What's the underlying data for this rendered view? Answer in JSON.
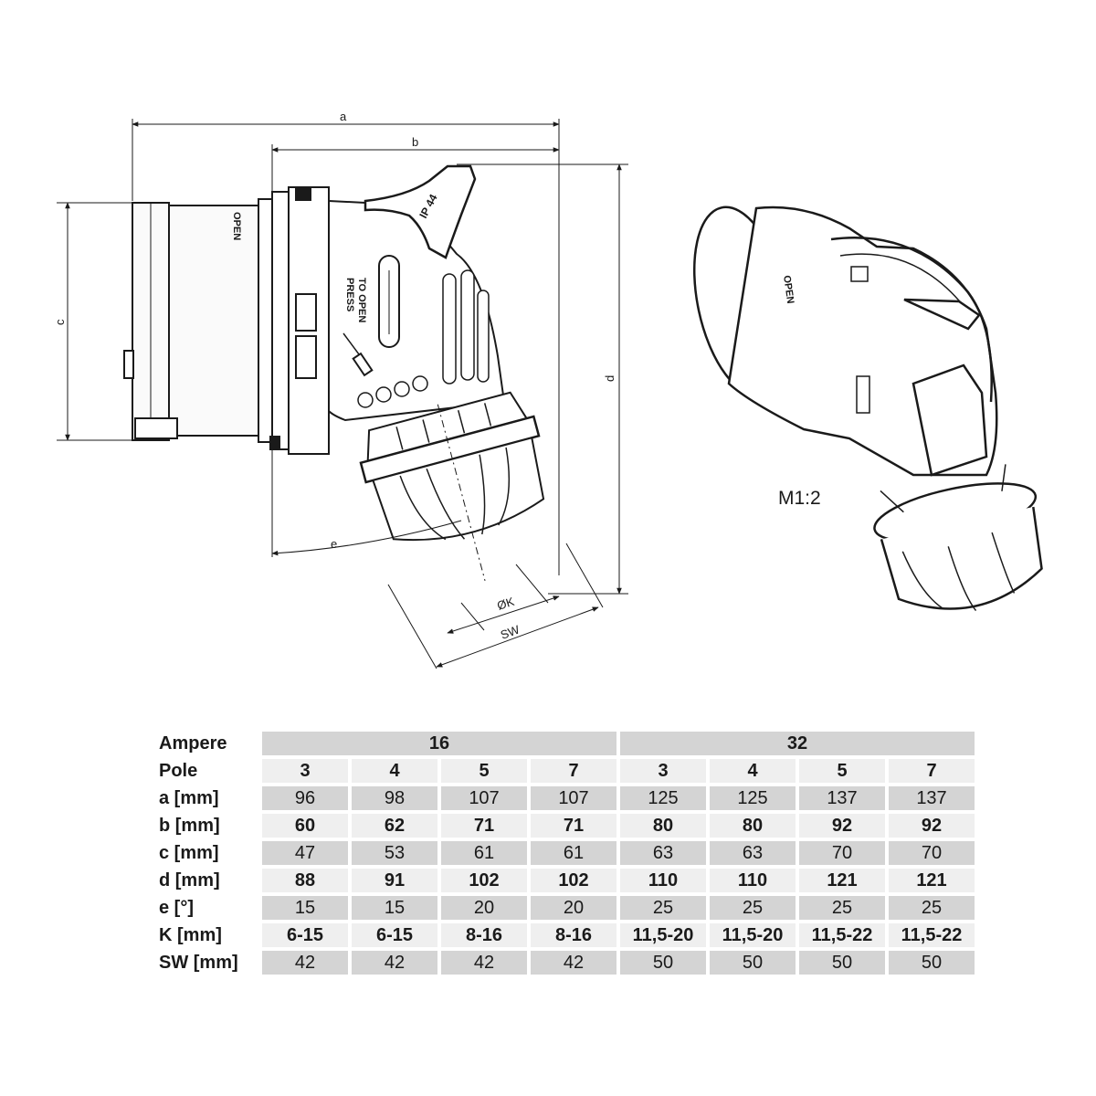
{
  "drawing": {
    "dim_labels": {
      "a": "a",
      "b": "b",
      "c": "c",
      "d": "d",
      "e": "e",
      "k": "ØK",
      "sw": "SW"
    },
    "product_text": {
      "open": "OPEN",
      "ip": "IP 44",
      "press_line1": "PRESS",
      "press_line2": "TO OPEN"
    },
    "scale_label": "M1:2"
  },
  "table": {
    "header_ampere": "Ampere",
    "ampere_groups": [
      "16",
      "32"
    ],
    "rows": [
      {
        "label": "Pole",
        "values": [
          "3",
          "4",
          "5",
          "7",
          "3",
          "4",
          "5",
          "7"
        ],
        "style": "bold"
      },
      {
        "label": "a [mm]",
        "values": [
          "96",
          "98",
          "107",
          "107",
          "125",
          "125",
          "137",
          "137"
        ],
        "style": "light"
      },
      {
        "label": "b [mm]",
        "values": [
          "60",
          "62",
          "71",
          "71",
          "80",
          "80",
          "92",
          "92"
        ],
        "style": "bold"
      },
      {
        "label": "c [mm]",
        "values": [
          "47",
          "53",
          "61",
          "61",
          "63",
          "63",
          "70",
          "70"
        ],
        "style": "light"
      },
      {
        "label": "d [mm]",
        "values": [
          "88",
          "91",
          "102",
          "102",
          "110",
          "110",
          "121",
          "121"
        ],
        "style": "bold"
      },
      {
        "label": "e [°]",
        "values": [
          "15",
          "15",
          "20",
          "20",
          "25",
          "25",
          "25",
          "25"
        ],
        "style": "light"
      },
      {
        "label": "K [mm]",
        "values": [
          "6-15",
          "6-15",
          "8-16",
          "8-16",
          "11,5-20",
          "11,5-20",
          "11,5-22",
          "11,5-22"
        ],
        "style": "bold"
      },
      {
        "label": "SW [mm]",
        "values": [
          "42",
          "42",
          "42",
          "42",
          "50",
          "50",
          "50",
          "50"
        ],
        "style": "light"
      }
    ]
  }
}
